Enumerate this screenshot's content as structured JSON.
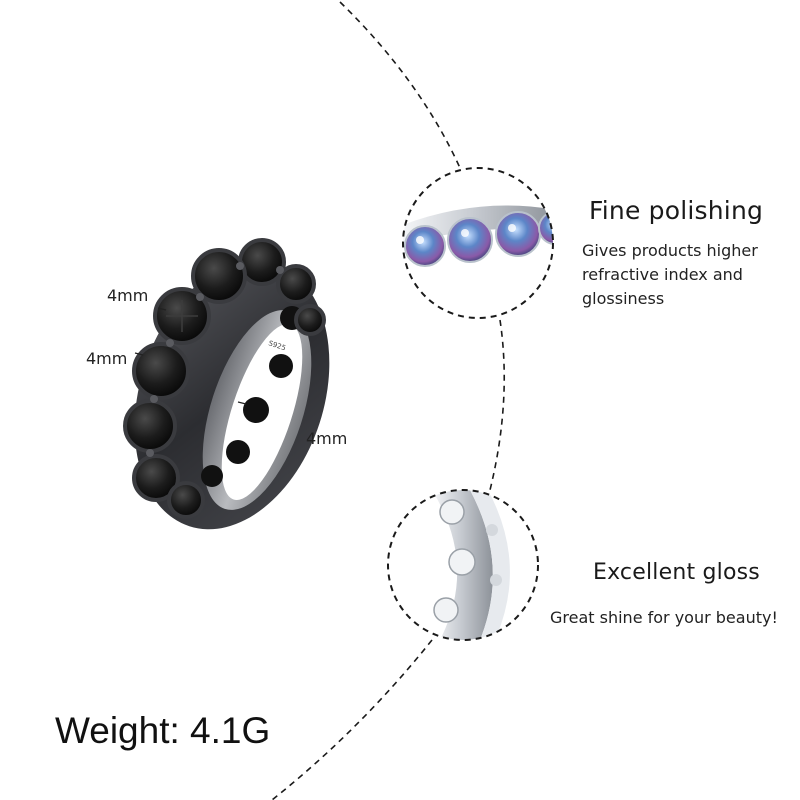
{
  "ring": {
    "stone_sizes": [
      "4mm",
      "4mm",
      "4mm"
    ],
    "hallmark": "S925"
  },
  "features": [
    {
      "title": "Fine polishing",
      "description": "Gives products higher refractive index and glossiness"
    },
    {
      "title": "Excellent gloss",
      "description": "Great shine for your beauty!"
    }
  ],
  "weight": "Weight: 4.1G",
  "colors": {
    "ring_metal": "#3a3b3f",
    "stone": "#141414",
    "silver": "#d9dde2",
    "gem_blue": "#5c86c8",
    "gem_purple": "#8a5aa8",
    "dashed_line": "#1a1a1a"
  }
}
